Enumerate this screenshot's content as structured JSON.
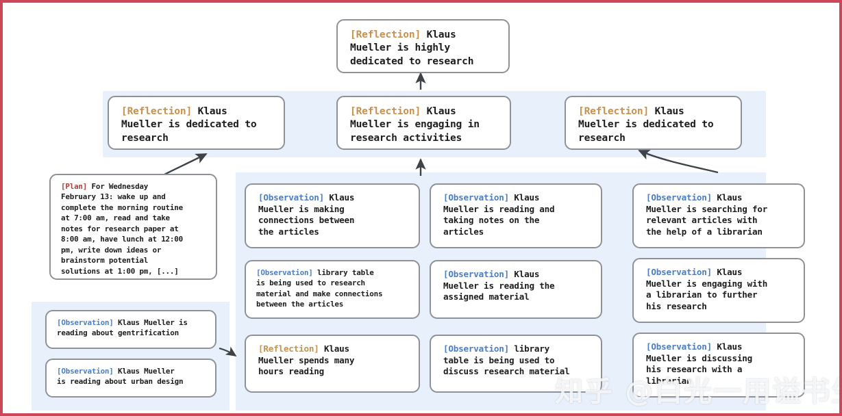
{
  "frame": {
    "border_color": "#cc4859",
    "background": "#ffffff"
  },
  "colors": {
    "panel_background": "#e8f0fb",
    "card_border": "#8e9298",
    "tag_reflection": "#c8914e",
    "tag_observation": "#4a7ec4",
    "tag_plan": "#a8423c",
    "arrow": "#3f4246"
  },
  "tags": {
    "reflection": "[Reflection]",
    "observation": "[Observation]",
    "plan": "[Plan]"
  },
  "nodes": {
    "root_reflection": {
      "tag": "[Reflection]",
      "text": " Klaus\nMueller is highly\ndedicated to research"
    },
    "mid_reflection_left": {
      "tag": "[Reflection]",
      "text": " Klaus\nMueller is dedicated to\nresearch"
    },
    "mid_reflection_center": {
      "tag": "[Reflection]",
      "text": " Klaus\nMueller is engaging in\nresearch activities"
    },
    "mid_reflection_right": {
      "tag": "[Reflection]",
      "text": " Klaus\nMueller is dedicated to\nresearch"
    },
    "plan": {
      "tag": "[Plan]",
      "text": " For Wednesday\nFebruary 13: wake up and\ncomplete the morning routine\nat 7:00 am, read and take\nnotes for research paper at\n8:00 am, have lunch at 12:00\npm, write down ideas or\nbrainstorm potential\nsolutions at 1:00 pm, [...]"
    },
    "obs_bl_1": {
      "tag": "[Observation]",
      "text": " Klaus Mueller is\nreading about gentrification"
    },
    "obs_bl_2": {
      "tag": "[Observation]",
      "text": " Klaus Mueller\nis reading about urban design"
    },
    "obs_c1_1": {
      "tag": "[Observation]",
      "text": " Klaus\nMueller is making\nconnections between\nthe articles"
    },
    "obs_c1_2": {
      "tag": "[Observation]",
      "text": " library table\nis being used to research\nmaterial and make connections\nbetween the articles"
    },
    "refl_c1_3": {
      "tag": "[Reflection]",
      "text": " Klaus\nMueller spends many\nhours reading"
    },
    "obs_c2_1": {
      "tag": "[Observation]",
      "text": " Klaus\nMueller is reading and\ntaking notes on the\narticles"
    },
    "obs_c2_2": {
      "tag": "[Observation]",
      "text": " Klaus\nMueller is reading the\nassigned material"
    },
    "obs_c2_3": {
      "tag": "[Observation]",
      "text": " library\ntable is being used to\ndiscuss research material"
    },
    "obs_c3_1": {
      "tag": "[Observation]",
      "text": " Klaus\nMueller is searching for\nrelevant articles with\nthe help of a librarian"
    },
    "obs_c3_2": {
      "tag": "[Observation]",
      "text": " Klaus\nMueller is engaging with\na librarian to further\nhis research"
    },
    "obs_c3_3": {
      "tag": "[Observation]",
      "text": " Klaus\nMueller is discussing\nhis research with a\nlibrarian"
    }
  },
  "watermark": {
    "text": "知乎 @白光一用谥书生"
  }
}
